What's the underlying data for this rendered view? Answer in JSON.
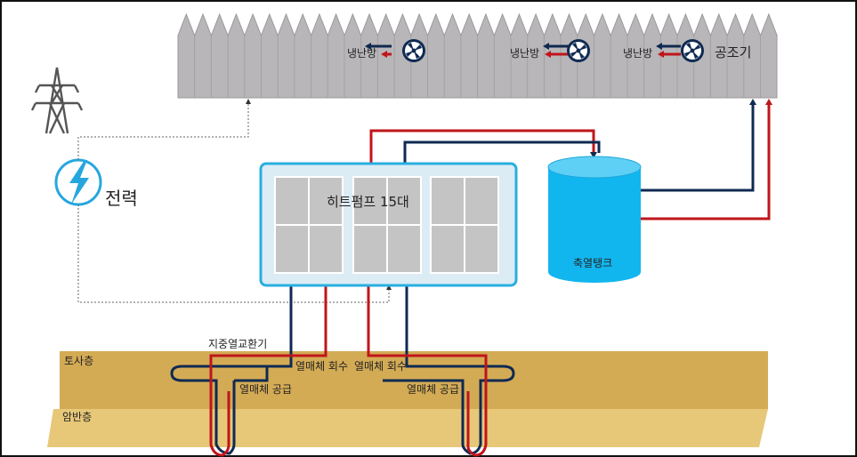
{
  "labels": {
    "cooling_heating": "냉난방",
    "ahu": "공조기",
    "power": "전력",
    "heat_pump": "히트펌프 15대",
    "storage_tank": "축열탱크",
    "ground_exchanger": "지중열교환기",
    "soil_layer": "토사층",
    "rock_layer": "암반층",
    "return_1": "열매체 회수",
    "return_2": "열매체 회수",
    "supply_1": "열매체 공급",
    "supply_2": "열매체 공급"
  },
  "colors": {
    "pipe_hot": "#c0151b",
    "pipe_cold": "#0f2a52",
    "building": "#b8b6b8",
    "heat_pump_border": "#29aee0",
    "heat_pump_fill": "#dcecf5",
    "tank": "#12b6ef",
    "tank_top": "#5fd0f5",
    "soil": "#d4ab55",
    "rock": "#e7c878",
    "power_icon": "#25a7de"
  },
  "icons": {
    "fan": "fan-icon",
    "power": "lightning-icon",
    "tower": "power-tower-icon"
  }
}
